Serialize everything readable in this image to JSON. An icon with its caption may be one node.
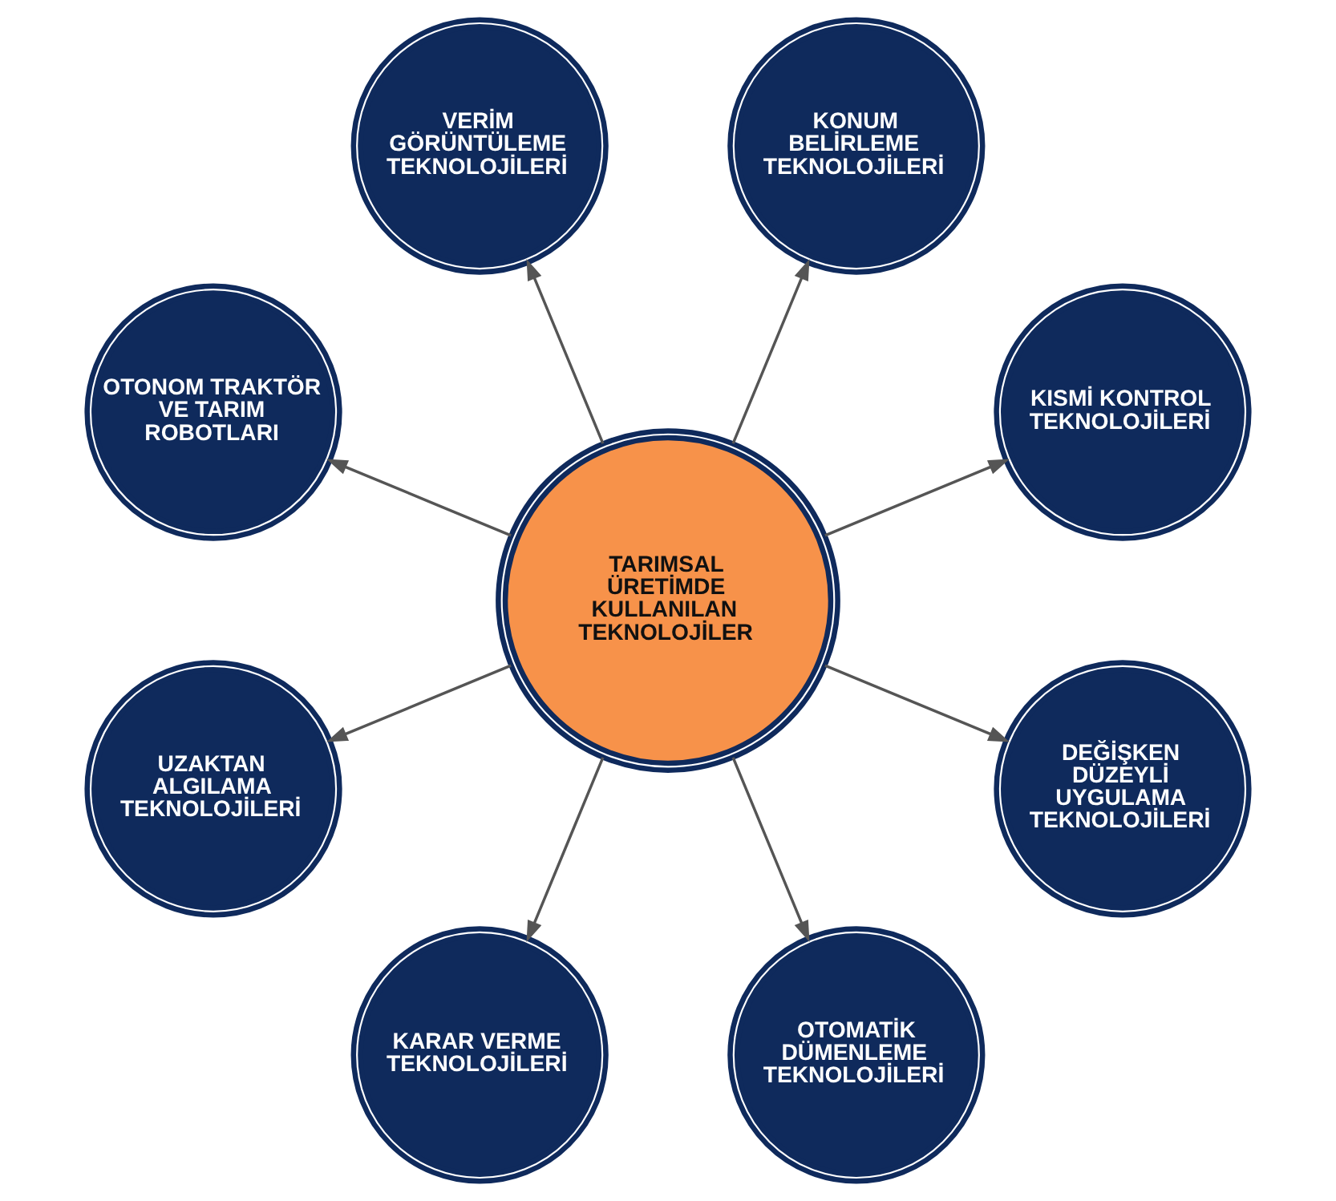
{
  "diagram": {
    "nodes": [
      {
        "text": [
          "TARIMSAL ÜRETİMDE KULLANILAN TEKNOLOJİLER"
        ]
      },
      {
        "text": [
          "KISMİ KONTROL TEKNOLOJİLERİ"
        ]
      },
      {
        "text": [
          "KONUM BELİRLEME TEKNOLOJİLERİ"
        ]
      },
      {
        "text": [
          "VERİM GÖRÜNTÜLEME TEKNOLOJİLERİ"
        ]
      },
      {
        "text": [
          "OTONOM TRAKTÖR VE TARIM ROBOTLARI"
        ]
      },
      {
        "text": [
          "UZAKTAN ALGILAMA TEKNOLOJİLERİ"
        ]
      },
      {
        "text": [
          "KARAR VERME TEKNOLOJİLERİ"
        ]
      },
      {
        "text": [
          "OTOMATİK DÜMENLEME TEKNOLOJİLERİ"
        ]
      },
      {
        "text": [
          "DEĞİŞKEN DÜZEYLİ UYGULAMA TEKNOLOJİLERİ"
        ]
      }
    ],
    "edges": [
      {
        "from": 0,
        "to": 1,
        "arrow": "to"
      },
      {
        "from": 0,
        "to": 2,
        "arrow": "to"
      },
      {
        "from": 0,
        "to": 3,
        "arrow": "to"
      },
      {
        "from": 0,
        "to": 4,
        "arrow": "to"
      },
      {
        "from": 0,
        "to": 5,
        "arrow": "to"
      },
      {
        "from": 0,
        "to": 6,
        "arrow": "to"
      },
      {
        "from": 0,
        "to": 7,
        "arrow": "to"
      },
      {
        "from": 0,
        "to": 8,
        "arrow": "to"
      }
    ]
  }
}
